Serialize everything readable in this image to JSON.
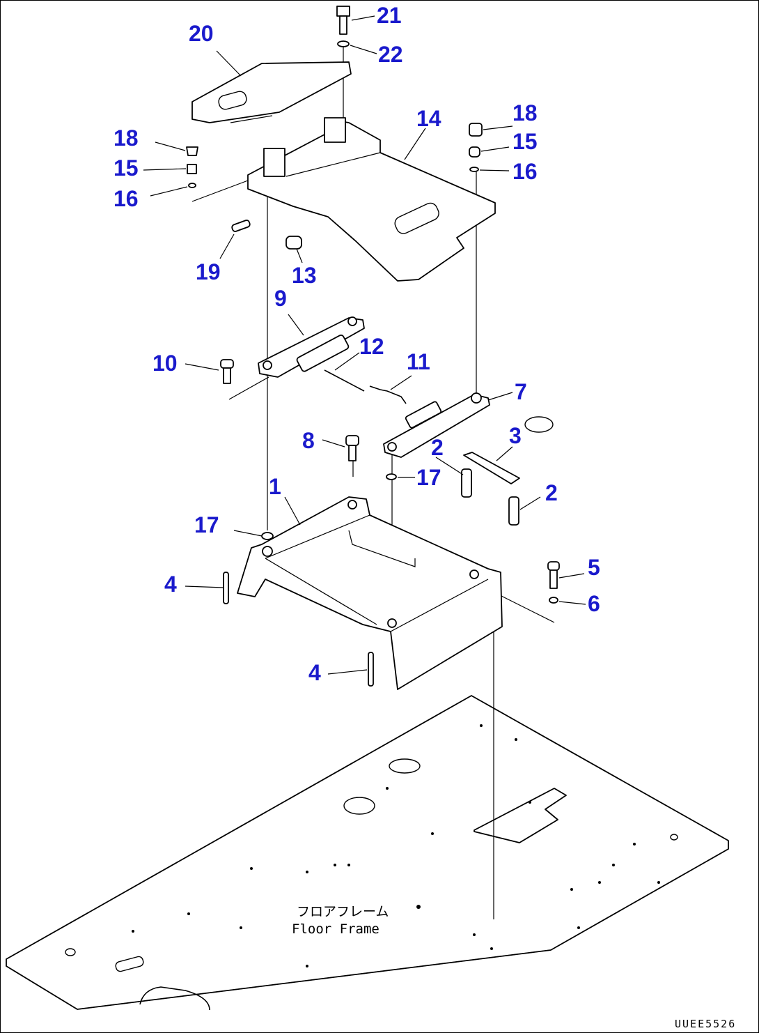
{
  "diagram": {
    "callouts": [
      {
        "id": "c21",
        "text": "21"
      },
      {
        "id": "c22",
        "text": "22"
      },
      {
        "id": "c20",
        "text": "20"
      },
      {
        "id": "c14",
        "text": "14"
      },
      {
        "id": "c18a",
        "text": "18"
      },
      {
        "id": "c15a",
        "text": "15"
      },
      {
        "id": "c16a",
        "text": "16"
      },
      {
        "id": "c18b",
        "text": "18"
      },
      {
        "id": "c15b",
        "text": "15"
      },
      {
        "id": "c16b",
        "text": "16"
      },
      {
        "id": "c19",
        "text": "19"
      },
      {
        "id": "c13",
        "text": "13"
      },
      {
        "id": "c9",
        "text": "9"
      },
      {
        "id": "c12",
        "text": "12"
      },
      {
        "id": "c11",
        "text": "11"
      },
      {
        "id": "c10",
        "text": "10"
      },
      {
        "id": "c7",
        "text": "7"
      },
      {
        "id": "c8",
        "text": "8"
      },
      {
        "id": "c2a",
        "text": "2"
      },
      {
        "id": "c3",
        "text": "3"
      },
      {
        "id": "c17a",
        "text": "17"
      },
      {
        "id": "c1",
        "text": "1"
      },
      {
        "id": "c2b",
        "text": "2"
      },
      {
        "id": "c17b",
        "text": "17"
      },
      {
        "id": "c5",
        "text": "5"
      },
      {
        "id": "c4a",
        "text": "4"
      },
      {
        "id": "c6",
        "text": "6"
      },
      {
        "id": "c4b",
        "text": "4"
      }
    ],
    "floor_label_jp": "フロアフレーム",
    "floor_label_en": "Floor Frame",
    "drawing_code": "UUEE5526"
  },
  "colors": {
    "callout": "#1a1acc",
    "line": "#000000",
    "background": "#ffffff"
  }
}
